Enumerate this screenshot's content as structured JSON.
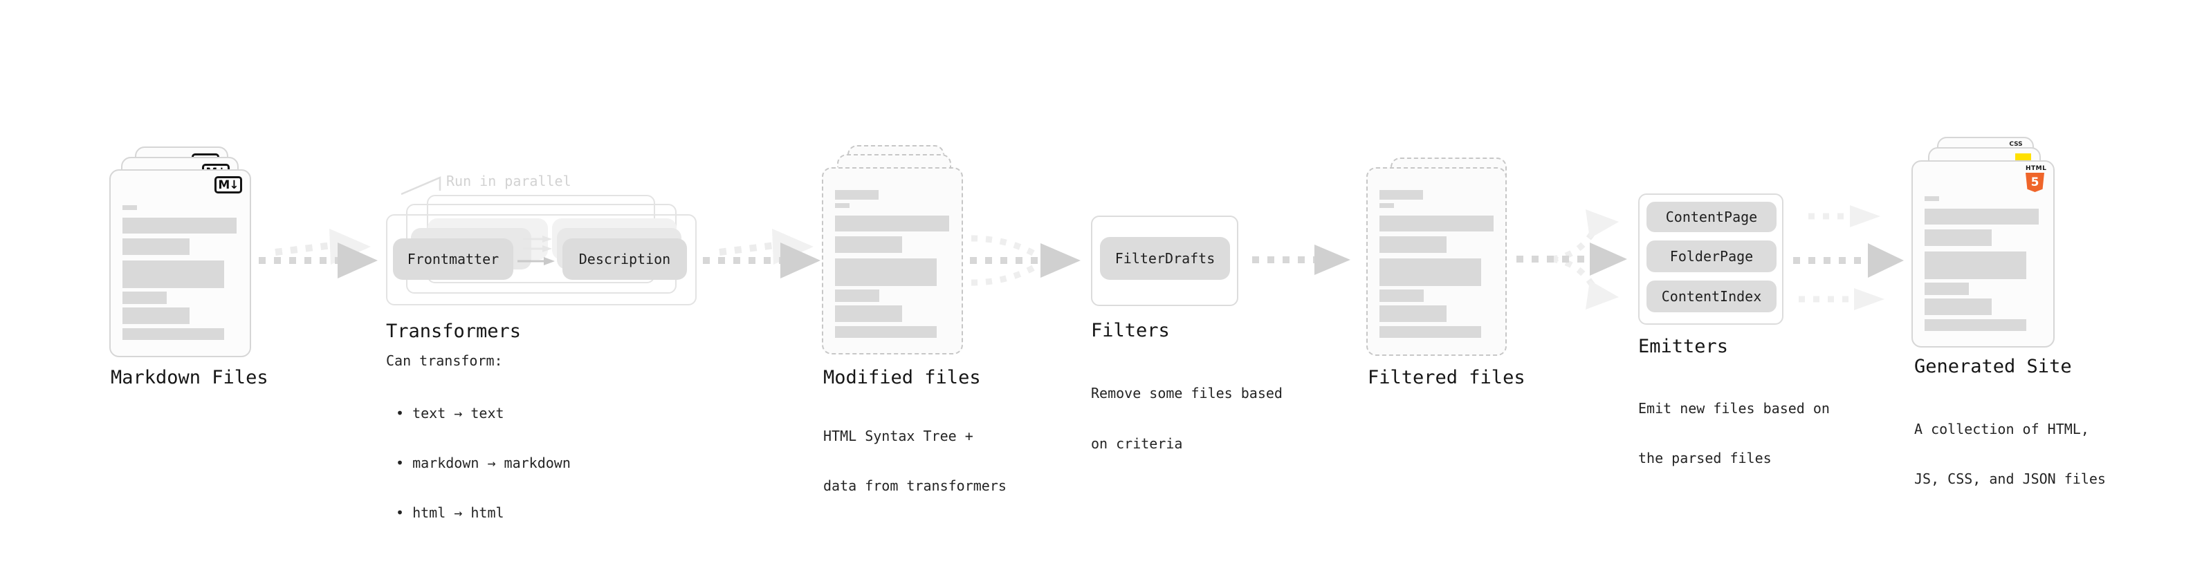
{
  "stages": {
    "markdown_files": {
      "label": "Markdown Files",
      "badge": "M↓"
    },
    "transformers": {
      "label": "Transformers",
      "callout": "Run in parallel",
      "input_chip": "Frontmatter",
      "output_chip": "Description",
      "note_heading": "Can transform:",
      "bullets": [
        "• text → text",
        "• markdown → markdown",
        "• html → html"
      ]
    },
    "modified_files": {
      "label": "Modified files",
      "note_lines": [
        "HTML Syntax Tree +",
        "data from transformers"
      ]
    },
    "filters": {
      "label": "Filters",
      "chip": "FilterDrafts",
      "note_lines": [
        "Remove some files based",
        "on criteria"
      ]
    },
    "filtered_files": {
      "label": "Filtered files"
    },
    "emitters": {
      "label": "Emitters",
      "chips": [
        "ContentPage",
        "FolderPage",
        "ContentIndex"
      ],
      "note_lines": [
        "Emit new files based on",
        "the parsed files"
      ]
    },
    "generated_site": {
      "label": "Generated Site",
      "css_badge": "CSS",
      "html_badge_word": "HTML",
      "html_badge_number": "5",
      "note_lines": [
        "A collection of HTML,",
        "JS, CSS, and JSON files"
      ]
    }
  },
  "colors": {
    "bar_gray": "#d9d9d9",
    "arrow_dark": "#d2d2d2",
    "arrow_light": "#efefef",
    "html5_orange": "#ef652a",
    "js_yellow": "#ffe000",
    "css_blue": "#2b68e6"
  }
}
